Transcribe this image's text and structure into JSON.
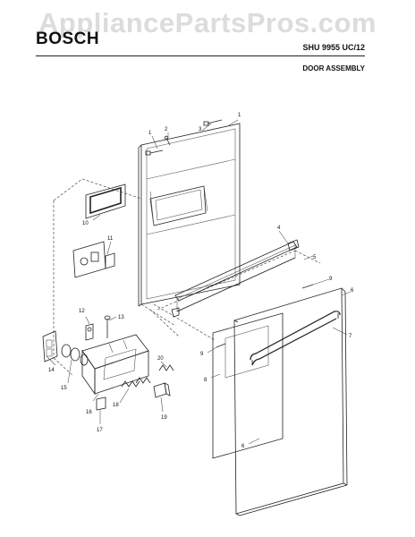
{
  "header": {
    "watermark": "AppliancePartsPros.com",
    "brand": "BOSCH",
    "model": "SHU 9955 UC/12",
    "section_title": "DOOR ASSEMBLY"
  },
  "callouts": [
    "1",
    "2",
    "3",
    "1",
    "10",
    "11",
    "4",
    "5",
    "9",
    "6",
    "12",
    "13",
    "7",
    "14",
    "15",
    "9",
    "20",
    "8",
    "16",
    "18",
    "19",
    "17",
    "6"
  ],
  "colors": {
    "line": "#222222",
    "watermark": "#dcdcdc"
  }
}
